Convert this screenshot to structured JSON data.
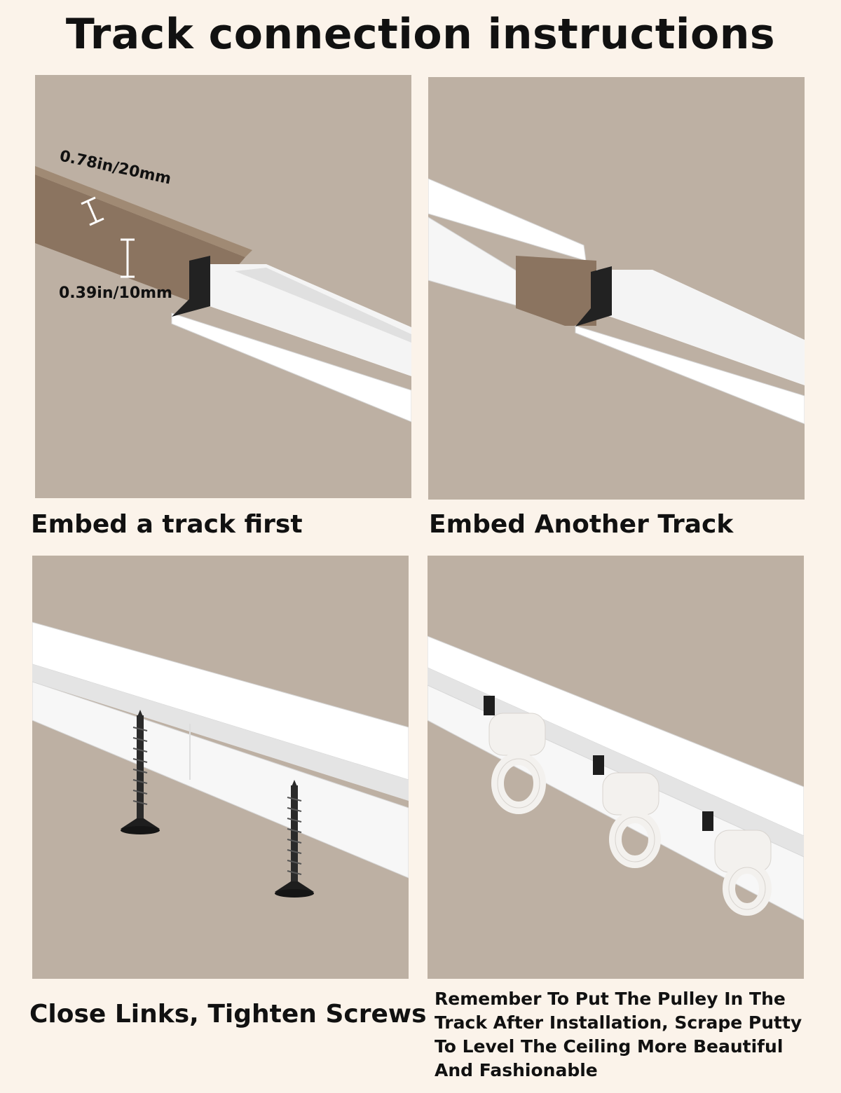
{
  "page": {
    "title": "Track connection instructions"
  },
  "panels": [
    {
      "caption": "Embed a track first",
      "dimensions": {
        "width_label": "0.78in/20mm",
        "height_label": "0.39in/10mm"
      }
    },
    {
      "caption": "Embed Another Track"
    },
    {
      "caption": "Close Links, Tighten Screws"
    },
    {
      "caption": "Remember To Put The Pulley In The Track After Installation, Scrape Putty To Level The Ceiling More Beautiful And Fashionable"
    }
  ],
  "colors": {
    "background": "#fbf3ea",
    "ceiling": "#bdb0a3",
    "groove": "#8b7460",
    "track": "#ffffff"
  },
  "icons": [
    "screw-icon",
    "pulley-icon"
  ]
}
